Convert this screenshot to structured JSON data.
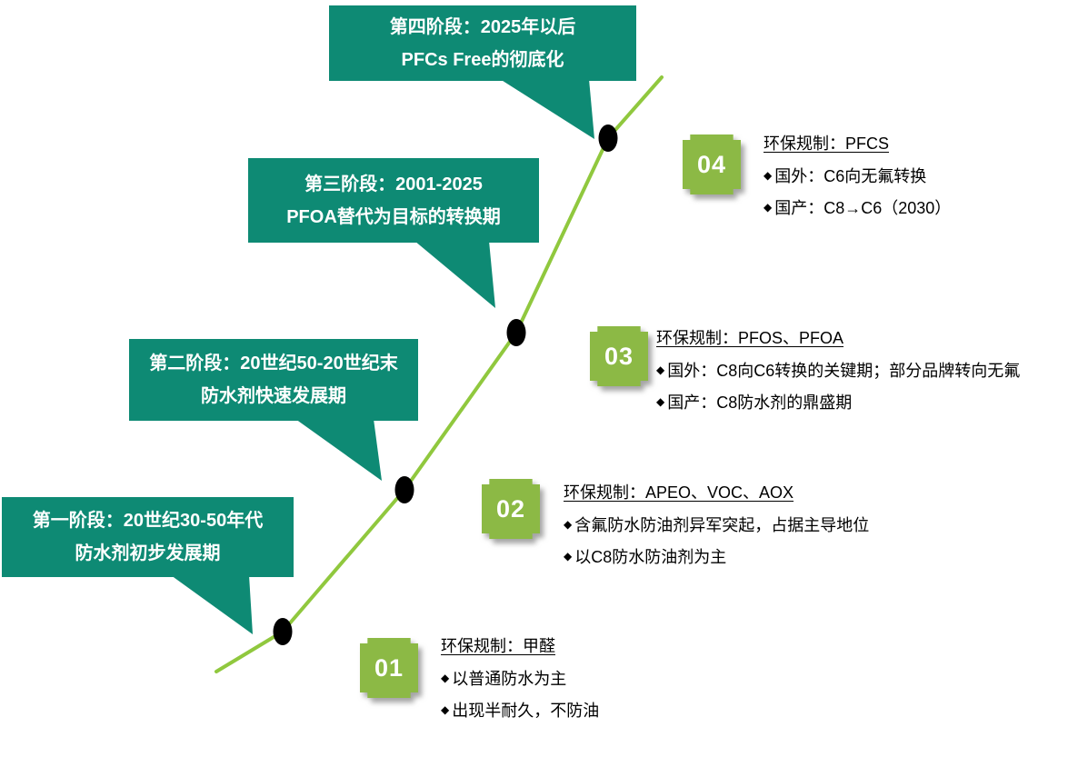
{
  "diagram": {
    "bullet_icon": "◆",
    "colors": {
      "bubble_teal": "#0E8A74",
      "badge_green": "#8CB945",
      "line_green": "#90C83E",
      "dot_black": "#000000"
    },
    "phases": [
      {
        "number": "01",
        "bubble_line1": "第一阶段：20世纪30-50年代",
        "bubble_line2": "防水剂初步发展期",
        "regulation_header": "环保规制：甲醛",
        "bullets": [
          "以普通防水为主",
          "出现半耐久，不防油"
        ]
      },
      {
        "number": "02",
        "bubble_line1": "第二阶段：20世纪50-20世纪末",
        "bubble_line2": "防水剂快速发展期",
        "regulation_header": "环保规制：APEO、VOC、AOX",
        "bullets": [
          "含氟防水防油剂异军突起，占据主导地位",
          "以C8防水防油剂为主"
        ]
      },
      {
        "number": "03",
        "bubble_line1": "第三阶段：2001-2025",
        "bubble_line2": "PFOA替代为目标的转换期",
        "regulation_header": "环保规制：PFOS、PFOA",
        "bullets": [
          "国外：C8向C6转换的关键期；部分品牌转向无氟",
          "国产：C8防水剂的鼎盛期"
        ]
      },
      {
        "number": "04",
        "bubble_line1": "第四阶段：2025年以后",
        "bubble_line2": "PFCs Free的彻底化",
        "regulation_header": "环保规制：PFCS",
        "bullets": [
          "国外：C6向无氟转换",
          "国产：C8→C6（2030）"
        ]
      }
    ]
  }
}
